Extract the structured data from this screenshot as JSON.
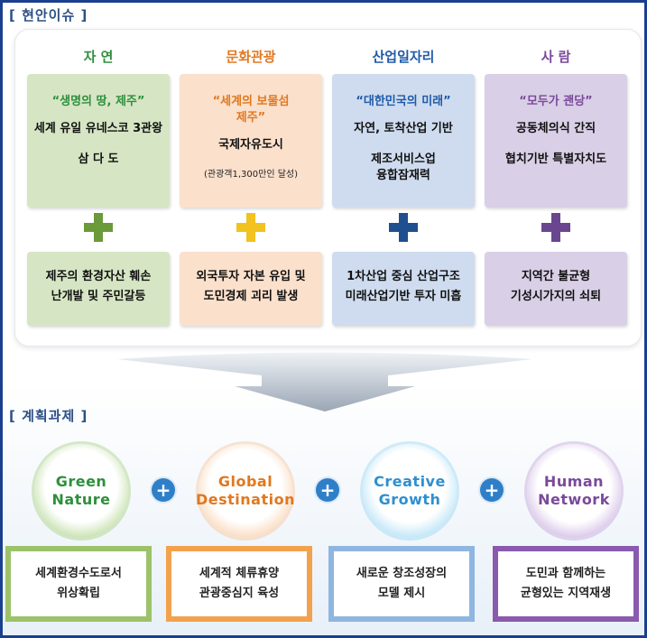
{
  "section1": {
    "label": "현안이슈"
  },
  "section2": {
    "label": "계획과제"
  },
  "columns": [
    {
      "title": "자 연",
      "title_color": "#2f8f3e",
      "upper": {
        "slogan": "“생명의 땅, 제주”",
        "line1": "세계 유일 유네스코 3관왕",
        "line2": "삼 다 도",
        "note": ""
      },
      "lower": "제주의 환경자산 훼손\n난개발 및 주민갈등",
      "card_bg": "#d6e6c4",
      "plus_color": "#6b9a3a"
    },
    {
      "title": "문화관광",
      "title_color": "#e07820",
      "upper": {
        "slogan": "“세계의 보물섬\n제주”",
        "line1": "국제자유도시",
        "line2": "",
        "note": "(관광객1,300만인 달성)"
      },
      "lower": "외국투자 자본 유입 및\n도민경제 괴리 발생",
      "card_bg": "#fbe0cc",
      "plus_color": "#f2c21e"
    },
    {
      "title": "산업일자리",
      "title_color": "#1f5aa8",
      "upper": {
        "slogan": "“대한민국의 미래”",
        "line1": "자연, 토착산업 기반",
        "line2": "제조서비스업\n융합잠재력",
        "note": ""
      },
      "lower": "1차산업 중심 산업구조\n미래산업기반 투자 미흡",
      "card_bg": "#cfdcef",
      "plus_color": "#1f4f8f"
    },
    {
      "title": "사 람",
      "title_color": "#7a4a9a",
      "upper": {
        "slogan": "“모두가 괜당”",
        "line1": "공동체의식 간직",
        "line2": "협치기반 특별자치도",
        "note": ""
      },
      "lower": "지역간 불균형\n기성시가지의 쇠퇴",
      "card_bg": "#d9cfe6",
      "plus_color": "#6a4590"
    }
  ],
  "goals": [
    {
      "name": "Green\nNature",
      "color": "#2f8f3e",
      "ring": "#8cc25a",
      "task": "세계환경수도로서\n위상확립",
      "box_color": "#9cc26a"
    },
    {
      "name": "Global\nDestination",
      "color": "#e07820",
      "ring": "#f5b57a",
      "task": "세계적 체류휴양\n관광중심지 육성",
      "box_color": "#f2a24c"
    },
    {
      "name": "Creative\nGrowth",
      "color": "#2f8fd0",
      "ring": "#7ccbef",
      "task": "새로운 창조성장의\n모델 제시",
      "box_color": "#8fb6e0"
    },
    {
      "name": "Human\nNetwork",
      "color": "#7a4a9a",
      "ring": "#b08ad0",
      "task": "도민과 함께하는\n균형있는 지역재생",
      "box_color": "#8a5aae"
    }
  ],
  "plus_symbol": "+"
}
